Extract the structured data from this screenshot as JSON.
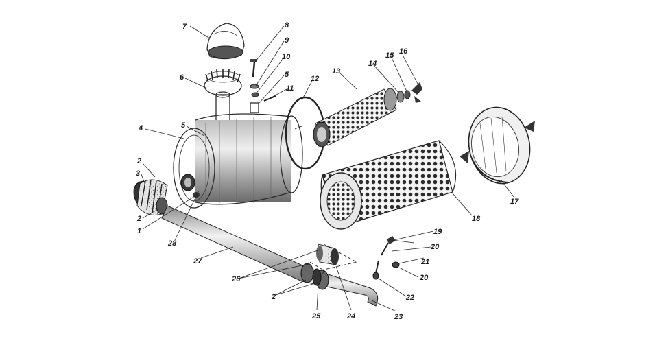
{
  "diagram": {
    "part_labels": [
      {
        "key": "l7",
        "text": "7"
      },
      {
        "key": "l8",
        "text": "8"
      },
      {
        "key": "l9",
        "text": "9"
      },
      {
        "key": "l10",
        "text": "10"
      },
      {
        "key": "l6",
        "text": "6"
      },
      {
        "key": "l5a",
        "text": "5"
      },
      {
        "key": "l11",
        "text": "11"
      },
      {
        "key": "l12",
        "text": "12"
      },
      {
        "key": "l13",
        "text": "13"
      },
      {
        "key": "l14",
        "text": "14"
      },
      {
        "key": "l15",
        "text": "15"
      },
      {
        "key": "l16",
        "text": "16"
      },
      {
        "key": "l4",
        "text": "4"
      },
      {
        "key": "l5b",
        "text": "5"
      },
      {
        "key": "l2a",
        "text": "2"
      },
      {
        "key": "l3",
        "text": "3"
      },
      {
        "key": "l2b",
        "text": "2"
      },
      {
        "key": "l1",
        "text": "1"
      },
      {
        "key": "l28",
        "text": "28"
      },
      {
        "key": "l27",
        "text": "27"
      },
      {
        "key": "l26",
        "text": "26"
      },
      {
        "key": "l2c",
        "text": "2"
      },
      {
        "key": "l25",
        "text": "25"
      },
      {
        "key": "l24",
        "text": "24"
      },
      {
        "key": "l23",
        "text": "23"
      },
      {
        "key": "l22",
        "text": "22"
      },
      {
        "key": "l21",
        "text": "21"
      },
      {
        "key": "l20a",
        "text": "20"
      },
      {
        "key": "l20b",
        "text": "20"
      },
      {
        "key": "l19",
        "text": "19"
      },
      {
        "key": "l18",
        "text": "18"
      },
      {
        "key": "l17",
        "text": "17"
      }
    ]
  }
}
